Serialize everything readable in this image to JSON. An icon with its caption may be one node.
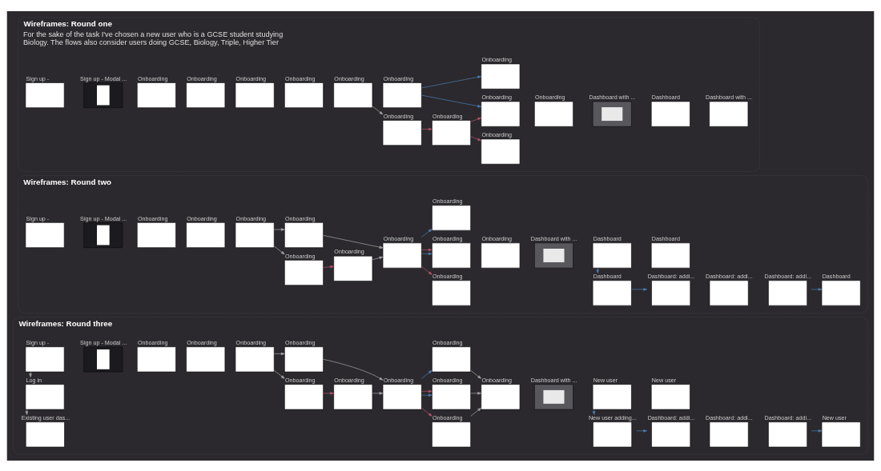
{
  "diagram": {
    "nodes": [
      {
        "text": [
          "Wireframes: Round one",
          "For the sake of the task I've chosen a new user who is a GCSE student studying Biology. The flows also consider users doing GCSE, Biology, Triple, Higher Tier"
        ]
      },
      {
        "text": [
          "Sign up -"
        ],
        "in": 0
      },
      {
        "text": [
          "Sign up - Modal ..."
        ],
        "in": 0
      },
      {
        "text": [
          "Onboarding"
        ],
        "in": 0
      },
      {
        "text": [
          "Onboarding"
        ],
        "in": 0
      },
      {
        "text": [
          "Onboarding"
        ],
        "in": 0
      },
      {
        "text": [
          "Onboarding"
        ],
        "in": 0
      },
      {
        "text": [
          "Onboarding"
        ],
        "in": 0
      },
      {
        "text": [
          "Onboarding"
        ],
        "in": 0
      },
      {
        "text": [
          "Onboarding"
        ],
        "in": 0
      },
      {
        "text": [
          "Onboarding"
        ],
        "in": 0
      },
      {
        "text": [
          "Onboarding"
        ],
        "in": 0
      },
      {
        "text": [
          "Onboarding"
        ],
        "in": 0
      },
      {
        "text": [
          "Onboarding"
        ],
        "in": 0
      },
      {
        "text": [
          "Onboarding"
        ],
        "in": 0
      },
      {
        "text": [
          "Dashboard with ..."
        ],
        "in": 0
      },
      {
        "text": [
          "Dashboard"
        ],
        "in": 0
      },
      {
        "text": [
          "Dashboard with ..."
        ],
        "in": 0
      },
      {
        "text": [
          "Wireframes: Round two"
        ]
      },
      {
        "text": [
          "Sign up -"
        ],
        "in": 18
      },
      {
        "text": [
          "Sign up - Modal ..."
        ],
        "in": 18
      },
      {
        "text": [
          "Onboarding"
        ],
        "in": 18
      },
      {
        "text": [
          "Onboarding"
        ],
        "in": 18
      },
      {
        "text": [
          "Onboarding"
        ],
        "in": 18
      },
      {
        "text": [
          "Onboarding"
        ],
        "in": 18
      },
      {
        "text": [
          "Onboarding"
        ],
        "in": 18
      },
      {
        "text": [
          "Onboarding"
        ],
        "in": 18
      },
      {
        "text": [
          "Onboarding"
        ],
        "in": 18
      },
      {
        "text": [
          "Onboarding"
        ],
        "in": 18
      },
      {
        "text": [
          "Onboarding"
        ],
        "in": 18
      },
      {
        "text": [
          "Onboarding"
        ],
        "in": 18
      },
      {
        "text": [
          "Onboarding"
        ],
        "in": 18
      },
      {
        "text": [
          "Dashboard with ..."
        ],
        "in": 18
      },
      {
        "text": [
          "Dashboard"
        ],
        "in": 18
      },
      {
        "text": [
          "Dashboard"
        ],
        "in": 18
      },
      {
        "text": [
          "Dashboard"
        ],
        "in": 18
      },
      {
        "text": [
          "Dashboard: addi..."
        ],
        "in": 18
      },
      {
        "text": [
          "Dashboard: addi..."
        ],
        "in": 18
      },
      {
        "text": [
          "Dashboard: addi..."
        ],
        "in": 18
      },
      {
        "text": [
          "Dashboard"
        ],
        "in": 18
      },
      {
        "text": [
          "Wireframes: Round three"
        ]
      },
      {
        "text": [
          "Sign up -"
        ],
        "in": 40
      },
      {
        "text": [
          "Sign up - Modal ..."
        ],
        "in": 40
      },
      {
        "text": [
          "Log in"
        ],
        "in": 40
      },
      {
        "text": [
          "Existing user das..."
        ],
        "in": 40
      },
      {
        "text": [
          "Onboarding"
        ],
        "in": 40
      },
      {
        "text": [
          "Onboarding"
        ],
        "in": 40
      },
      {
        "text": [
          "Onboarding"
        ],
        "in": 40
      },
      {
        "text": [
          "Onboarding"
        ],
        "in": 40
      },
      {
        "text": [
          "Onboarding"
        ],
        "in": 40
      },
      {
        "text": [
          "Onboarding"
        ],
        "in": 40
      },
      {
        "text": [
          "Onboarding"
        ],
        "in": 40
      },
      {
        "text": [
          "Onboarding"
        ],
        "in": 40
      },
      {
        "text": [
          "Onboarding"
        ],
        "in": 40
      },
      {
        "text": [
          "Onboarding"
        ],
        "in": 40
      },
      {
        "text": [
          "Onboarding"
        ],
        "in": 40
      },
      {
        "text": [
          "Dashboard with ..."
        ],
        "in": 40
      },
      {
        "text": [
          "New user"
        ],
        "in": 40
      },
      {
        "text": [
          "New user"
        ],
        "in": 40
      },
      {
        "text": [
          "New user adding..."
        ],
        "in": 40
      },
      {
        "text": [
          "Dashboard: addi..."
        ],
        "in": 40
      },
      {
        "text": [
          "Dashboard: addi..."
        ],
        "in": 40
      },
      {
        "text": [
          "Dashboard: addi..."
        ],
        "in": 40
      },
      {
        "text": [
          "New user"
        ],
        "in": 40
      }
    ],
    "edges": [
      {
        "from": 7,
        "to": 9,
        "arrow": "to"
      },
      {
        "from": 9,
        "to": 10,
        "arrow": "to",
        "color": "#b4506a"
      },
      {
        "from": 8,
        "to": 11,
        "arrow": "to",
        "color": "#4a7db3"
      },
      {
        "from": 8,
        "to": 12,
        "arrow": "to",
        "color": "#4a7db3"
      },
      {
        "from": 10,
        "to": 12,
        "arrow": "to",
        "color": "#b4506a"
      },
      {
        "from": 10,
        "to": 13,
        "arrow": "to",
        "color": "#b4506a"
      },
      {
        "from": 23,
        "to": 24,
        "arrow": "to"
      },
      {
        "from": 23,
        "to": 25,
        "arrow": "to"
      },
      {
        "from": 25,
        "to": 26,
        "arrow": "to",
        "color": "#b4506a"
      },
      {
        "from": 24,
        "to": 27,
        "arrow": "to"
      },
      {
        "from": 26,
        "to": 27,
        "arrow": "to"
      },
      {
        "from": 27,
        "to": 28,
        "arrow": "to",
        "color": "#4a7db3"
      },
      {
        "from": 27,
        "to": 29,
        "arrow": "to",
        "color": "#4a7db3"
      },
      {
        "from": 27,
        "to": 29,
        "arrow": "to",
        "color": "#b4506a"
      },
      {
        "from": 27,
        "to": 30,
        "arrow": "to",
        "color": "#b4506a"
      },
      {
        "from": 33,
        "to": 35,
        "arrow": "to",
        "color": "#4a7db3"
      },
      {
        "from": 35,
        "to": 36,
        "arrow": "to",
        "color": "#4a7db3"
      },
      {
        "from": 38,
        "to": 39,
        "arrow": "to",
        "color": "#4a7db3"
      },
      {
        "from": 41,
        "to": 43,
        "arrow": "to"
      },
      {
        "from": 43,
        "to": 44,
        "arrow": "to"
      },
      {
        "from": 47,
        "to": 48,
        "arrow": "to"
      },
      {
        "from": 47,
        "to": 49,
        "arrow": "to"
      },
      {
        "from": 49,
        "to": 50,
        "arrow": "to",
        "color": "#b4506a"
      },
      {
        "from": 48,
        "to": 51,
        "arrow": "to"
      },
      {
        "from": 50,
        "to": 51,
        "arrow": "to"
      },
      {
        "from": 51,
        "to": 52,
        "arrow": "to",
        "color": "#4a7db3"
      },
      {
        "from": 51,
        "to": 53,
        "arrow": "to",
        "color": "#4a7db3"
      },
      {
        "from": 51,
        "to": 53,
        "arrow": "to",
        "color": "#b4506a"
      },
      {
        "from": 51,
        "to": 54,
        "arrow": "to",
        "color": "#b4506a"
      },
      {
        "from": 52,
        "to": 55,
        "arrow": "to"
      },
      {
        "from": 53,
        "to": 55,
        "arrow": "to"
      },
      {
        "from": 54,
        "to": 55,
        "arrow": "to"
      },
      {
        "from": 57,
        "to": 59,
        "arrow": "to",
        "color": "#4a7db3"
      },
      {
        "from": 59,
        "to": 60,
        "arrow": "to",
        "color": "#4a7db3"
      },
      {
        "from": 62,
        "to": 63,
        "arrow": "to",
        "color": "#4a7db3"
      }
    ]
  }
}
